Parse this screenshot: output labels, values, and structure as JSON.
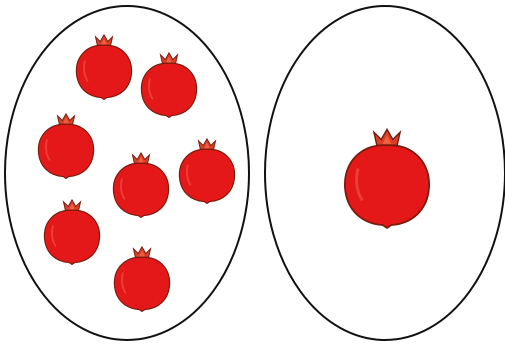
{
  "groups": [
    {
      "name": "left-group",
      "fruit": "pomegranate",
      "count": 7
    },
    {
      "name": "right-group",
      "fruit": "pomegranate",
      "count": 1
    }
  ],
  "colors": {
    "fruit_fill": "#e41818",
    "fruit_outline": "#7a1a0c",
    "crown": "#d8402a",
    "oval_stroke": "#111111",
    "background": "#ffffff"
  },
  "icons": {
    "fruit": "pomegranate-icon",
    "container": "oval-set"
  }
}
